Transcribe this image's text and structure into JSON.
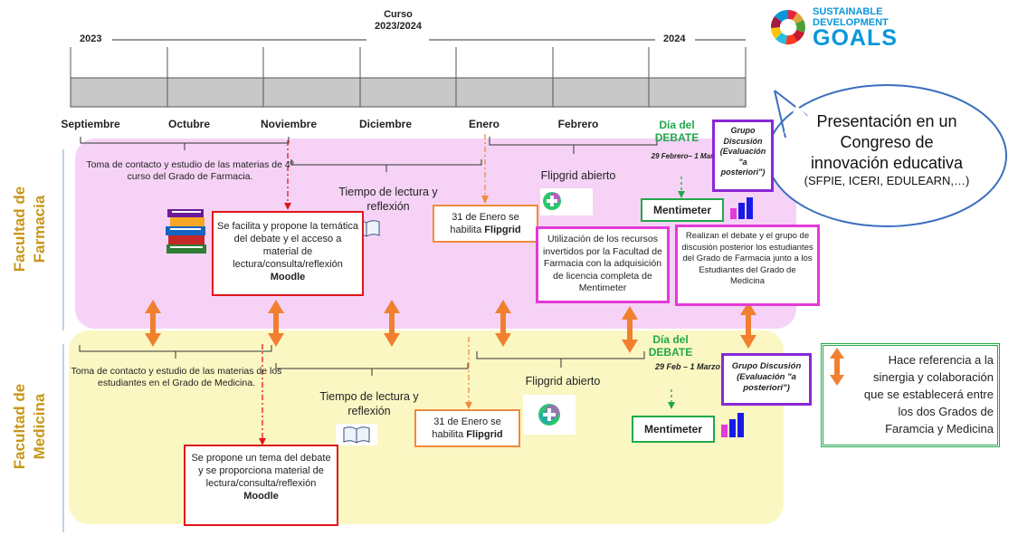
{
  "timeline": {
    "course_label_line1": "Curso",
    "course_label_line2": "2023/2024",
    "year_start": "2023",
    "year_end": "2024",
    "months": [
      "Septiembre",
      "Octubre",
      "Noviembre",
      "Diciembre",
      "Enero",
      "Febrero"
    ],
    "debate_day": "Día del DEBATE"
  },
  "sdg_logo": {
    "line1": "SUSTAINABLE",
    "line2": "DEVELOPMENT",
    "line3": "GOALS"
  },
  "congress_bubble": {
    "line1": "Presentación en un",
    "line2": "Congreso de",
    "line3": "innovación educativa",
    "line4": "(SFPIE, ICERI, EDULEARN,…)"
  },
  "farmacia": {
    "side_label": "Facultad de Farmacia",
    "intro": "Toma de contacto y estudio de las materias de 4º curso del Grado de Farmacia.",
    "reading_time": "Tiempo de lectura y reflexión",
    "moodle_text": "Se facilita y propone la temática del debate y el acceso a material de lectura/consulta/reflexión",
    "moodle_bold": "Moodle",
    "flipgrid_date": "31 de Enero se habilita",
    "flipgrid_bold": "Flipgrid",
    "flipgrid_open": "Flipgrid abierto",
    "mentimeter_resources": "Utilización de los recursos invertidos por la Facultad de Farmacia con la adquisición de licencia completa de Mentimeter",
    "debate_date": "29 Febrero– 1 Marzo",
    "mentimeter": "Mentimeter",
    "group_title": "Grupo Discusión",
    "group_sub": "(Evaluación \"a posteriori\")",
    "debate_desc": "Realizan el debate y el grupo de discusión posterior los estudiantes del Grado de Farmacia junto a los Estudiantes del Grado de Medicina"
  },
  "medicina": {
    "side_label": "Facultad de Medicina",
    "intro": "Toma de contacto y estudio de las materias de los estudiantes en el Grado de Medicina.",
    "reading_time": "Tiempo de lectura y reflexión",
    "moodle_text": "Se propone un tema del debate y se proporciona material de lectura/consulta/reflexión",
    "moodle_bold": "Moodle",
    "flipgrid_date": "31 de Enero se habilita",
    "flipgrid_bold": "Flipgrid",
    "flipgrid_open": "Flipgrid abierto",
    "debate_day": "Día del DEBATE",
    "debate_date": "29 Feb – 1 Marzo",
    "mentimeter": "Mentimeter",
    "group_title": "Grupo Discusión",
    "group_sub": "(Evaluación \"a posteriori\")"
  },
  "legend": {
    "text": "Hace referencia a la sinergia y colaboración que se establecerá entre los dos Grados de Faramcia y Medicina"
  },
  "colors": {
    "farmacia_bg": "#f6d3f6",
    "medicina_bg": "#fbf7c3",
    "label_gold": "#c8961a",
    "debate_green": "#21a84a",
    "moodle_red": "#e0161b",
    "flipgrid_orange": "#f08a3c",
    "menti_magenta": "#e43ad8",
    "group_purple": "#8a27d6",
    "arrow_orange": "#f08030",
    "bubble_blue": "#3b6ebf"
  }
}
